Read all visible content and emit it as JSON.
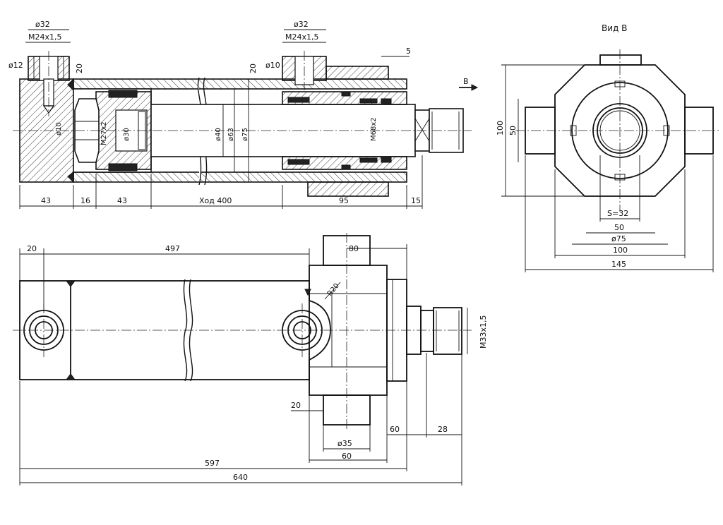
{
  "view_title": "Вид В",
  "section_marker": "B",
  "section_view": {
    "port_left": {
      "dia": "ø32",
      "thread": "M24x1,5",
      "bore": "ø12",
      "depth": "20"
    },
    "port_right": {
      "dia": "ø32",
      "thread": "M24x1,5",
      "bore": "ø10",
      "depth": "20"
    },
    "dim_top_5": "5",
    "inner": {
      "d10": "ø10",
      "m27": "M27x2",
      "d30": "ø30",
      "d40": "ø40",
      "d63": "ø63",
      "d75": "ø75",
      "m68": "M68x2"
    },
    "bottom": {
      "d43a": "43",
      "d16": "16",
      "d43b": "43",
      "stroke": "Ход 400",
      "d95": "95",
      "d15": "15"
    }
  },
  "side_view": {
    "d100": "100",
    "d50v": "50",
    "s32": "S=32",
    "d50": "50",
    "d75": "ø75",
    "d100h": "100",
    "d145": "145"
  },
  "bottom_view": {
    "d20": "20",
    "d497": "497",
    "d80": "80",
    "r20": "R20",
    "m33": "M33x1,5",
    "d20b": "20",
    "d60a": "60",
    "d28": "28",
    "d35": "ø35",
    "d60b": "60",
    "d597": "597",
    "d640": "640"
  }
}
